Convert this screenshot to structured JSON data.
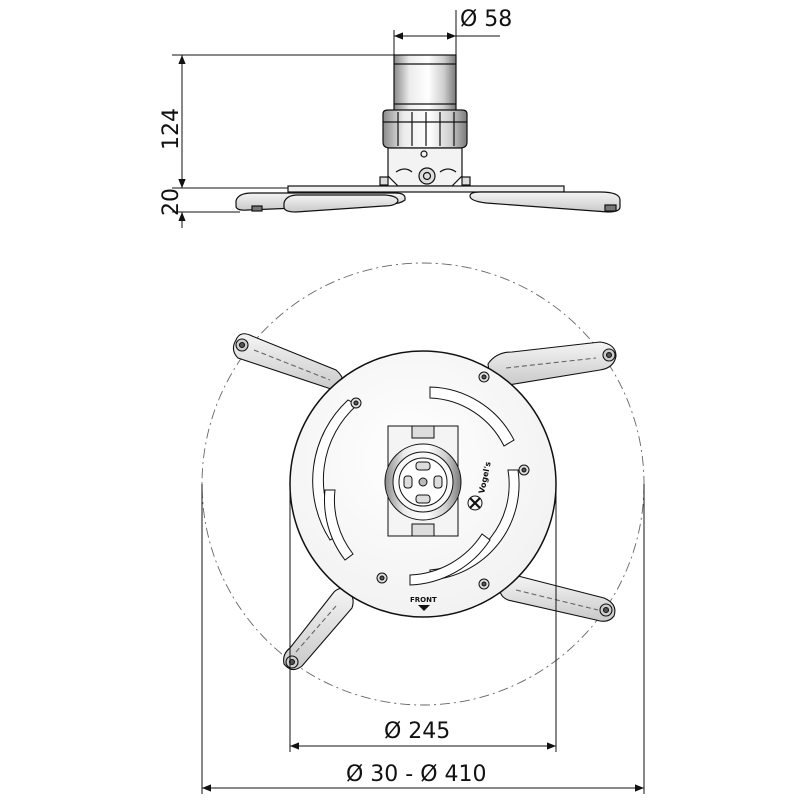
{
  "dimensions": {
    "top_diameter": "Ø 58",
    "height_total": "124",
    "height_base": "20",
    "plate_diameter": "Ø 245",
    "range_diameter": "Ø 30 - Ø 410"
  },
  "labels": {
    "front": "FRONT",
    "brand": "Vogel's"
  },
  "colors": {
    "line": "#111111",
    "metal": "#e6e6e6",
    "metal_dark": "#9a9a9a",
    "background": "#ffffff"
  }
}
